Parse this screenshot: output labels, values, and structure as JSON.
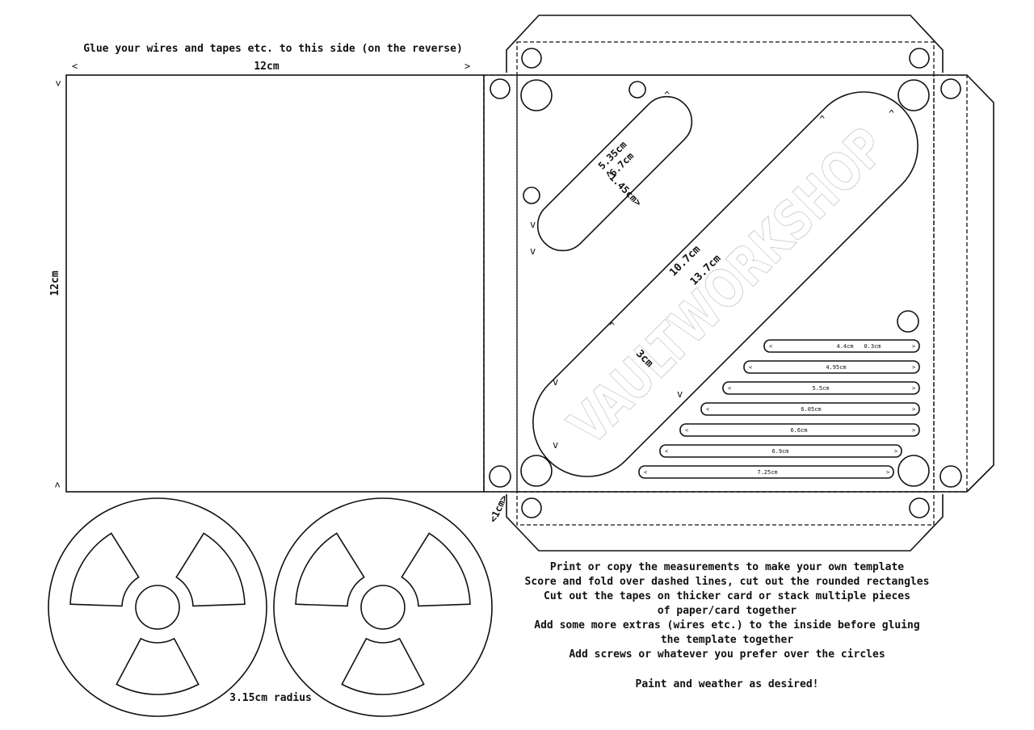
{
  "header": {
    "glue_note": "Glue your wires and tapes etc. to this side (on the reverse)",
    "width_label": "12cm",
    "height_label": "12cm"
  },
  "large_slot": {
    "watermark": "VAULTWORKSHOP",
    "length_inner": "10.7cm",
    "length_outer": "13.7cm",
    "width": "3cm"
  },
  "small_slot": {
    "length_inner": "5.35cm",
    "length_outer": "6.7cm",
    "width": "<1.45cm>"
  },
  "flap_label": "<1cm>",
  "tapes": [
    {
      "label": "4.4cm",
      "extra": "0.3cm"
    },
    {
      "label": "4.95cm"
    },
    {
      "label": "5.5cm"
    },
    {
      "label": "6.05cm"
    },
    {
      "label": "6.6cm"
    },
    {
      "label": "6.9cm"
    },
    {
      "label": "7.25cm"
    }
  ],
  "reel_label": "3.15cm radius",
  "instructions": [
    "Print or copy the measurements to make your own template",
    "Score and fold over dashed lines, cut out the rounded rectangles",
    "Cut out the tapes on thicker card or stack multiple pieces",
    "of paper/card together",
    "Add some more extras (wires etc.) to the inside before gluing",
    "the template together",
    "Add screws or whatever you prefer over the circles",
    "",
    "Paint and weather as desired!"
  ]
}
